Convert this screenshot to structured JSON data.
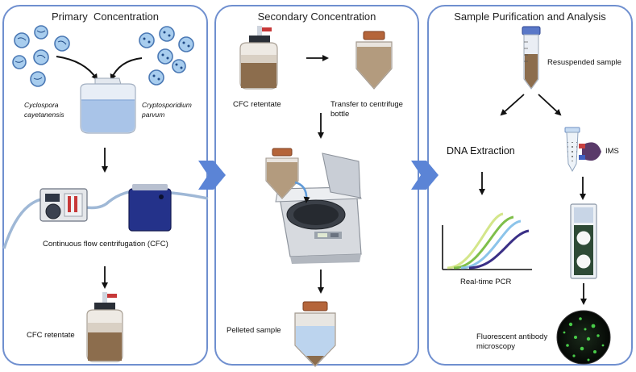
{
  "panels": {
    "primary": {
      "title": "Primary  Concentration",
      "label_cyclospora_1": "Cyclospora",
      "label_cyclospora_2": "cayetanensis",
      "label_crypto_1": "Cryptosporidium",
      "label_crypto_2": "parvum",
      "label_cfc": "Continuous flow centrifugation (CFC)",
      "label_retentate": "CFC retentate"
    },
    "secondary": {
      "title": "Secondary Concentration",
      "label_retentate": "CFC retentate",
      "label_transfer_1": "Transfer to centrifuge",
      "label_transfer_2": "bottle",
      "label_pellet": "Pelleted sample"
    },
    "analysis": {
      "title": "Sample Purification and Analysis",
      "label_resuspended": "Resuspended sample",
      "label_dna": "DNA Extraction",
      "label_ims": "IMS",
      "label_pcr": "Real-time PCR",
      "label_microscopy_1": "Fluorescent antibody",
      "label_microscopy_2": "microscopy"
    }
  },
  "colors": {
    "panel_border": "#6f8fcf",
    "chevron": "#5b84d6",
    "water": "#a9c4e8",
    "sediment": "#8c6d4d",
    "pcr_curves": [
      "#d4e68a",
      "#7fbf4a",
      "#8cc4ea",
      "#3a2f86"
    ],
    "fluorescence": "#4fe04f"
  }
}
